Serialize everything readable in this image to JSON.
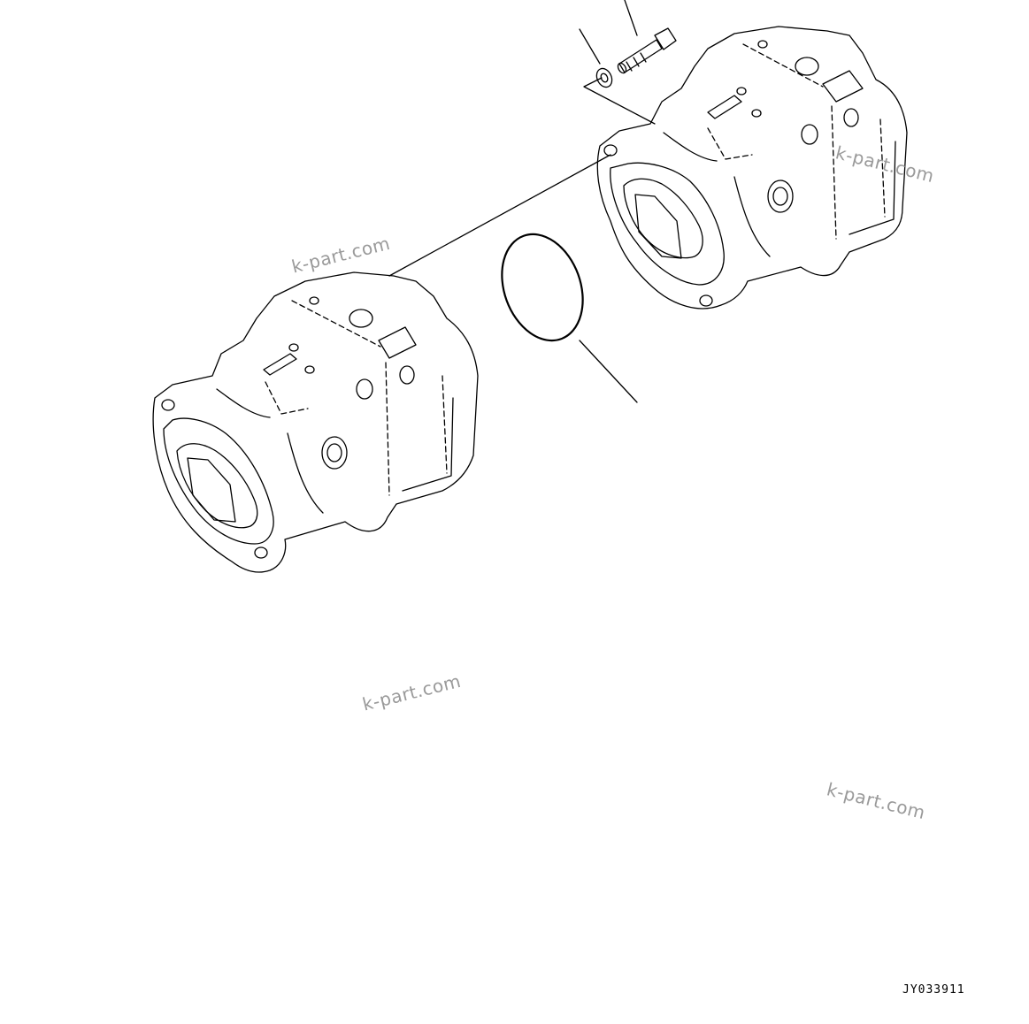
{
  "diagram": {
    "figure_code": "JY033911",
    "watermarks": [
      "k-part.com",
      "k-part.com",
      "k-part.com",
      "k-part.com"
    ],
    "line_color": "#000000",
    "watermark_color": "#9a9a9a",
    "parts": [
      "bolt",
      "washer",
      "o-ring",
      "front-pump-assembly",
      "rear-pump-assembly"
    ]
  }
}
